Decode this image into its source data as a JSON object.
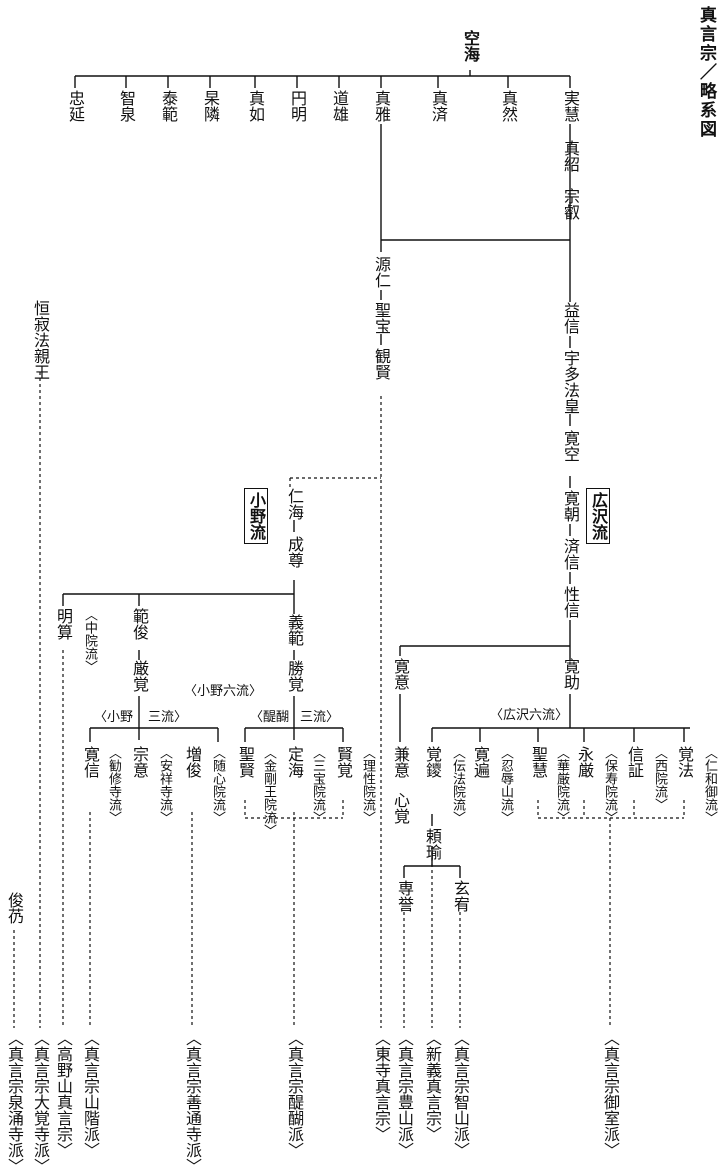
{
  "title": "真言宗／略系図",
  "labels": {
    "ono": "小野流",
    "hirosawa": "広沢流",
    "ono_six": "〈小野六流〉",
    "ono_three_a": "〈小野",
    "ono_three_b": "三流〉",
    "daigo_a": "〈醍醐",
    "daigo_b": "三流〉",
    "hirosawa_six": "〈広沢六流〉"
  },
  "people": {
    "kukai": "空海",
    "chuen": "忠延",
    "chisen": "智泉",
    "taihan": "泰範",
    "gorin": "杲隣",
    "shinnyo": "真如",
    "enmyo": "円明",
    "doyu": "道雄",
    "shinga": "真雅",
    "shinzei": "真済",
    "shinzen": "真然",
    "jitsue": "実慧",
    "shinjo": "真紹",
    "shuei": "宗叡",
    "gennin": "源仁",
    "shoho": "聖宝",
    "kangen": "観賢",
    "yakushin": "益信",
    "uda": "宇多法皇",
    "kanku": "寛空",
    "kancho": "寛朝",
    "saishin": "済信",
    "shoshin": "性信",
    "kanjo": "寛助",
    "kani": "寛意",
    "keni": "兼意",
    "shinkaku": "心覚",
    "kakuban": "覚鑁",
    "kanpen": "寛遍",
    "shoe": "聖慧",
    "yogen": "永厳",
    "shinsho": "信証",
    "kakuho": "覚法",
    "raiyu": "頼瑜",
    "sen_yo": "専誉",
    "gen_yu": "玄宥",
    "ningai": "仁海",
    "seison": "成尊",
    "myosan": "明算",
    "hanjun": "範俊",
    "gengaku": "厳覚",
    "gihan": "義範",
    "shokaku": "勝覚",
    "kanshin": "寛信",
    "shui": "宗意",
    "zojun": "増俊",
    "shoken": "聖賢",
    "jokai": "定海",
    "kenkaku": "賢覚",
    "kojaku": "恒寂法親王",
    "shunjo": "俊芿"
  },
  "schools": {
    "chuin": "〈中院流〉",
    "kanshuji": "〈勧修寺流〉",
    "anjoji": "〈安祥寺流〉",
    "zuishin": "〈随心院流〉",
    "kongo": "〈金剛王院流〉",
    "sanpo": "〈三宝院流〉",
    "rishoin": "〈理性院流〉",
    "denbo": "〈伝法院流〉",
    "ninniku": "〈忍辱山流〉",
    "kegon": "〈華厳院流〉",
    "hoju": "〈保寿院流〉",
    "saiin": "〈西院流〉",
    "ninna": "〈仁和御流〉"
  },
  "sects": {
    "sennyuji": "〈真言宗泉涌寺派〉",
    "daikakuji": "〈真言宗大覚寺派〉",
    "koyasan": "〈高野山真言宗〉",
    "yamashina": "〈真言宗山階派〉",
    "zentsuji": "〈真言宗善通寺派〉",
    "daigo": "〈真言宗醍醐派〉",
    "toji": "〈東寺真言宗〉",
    "buzan": "〈真言宗豊山派〉",
    "shingi": "〈新義真言宗〉",
    "chisan": "〈真言宗智山派〉",
    "omuro": "〈真言宗御室派〉"
  }
}
